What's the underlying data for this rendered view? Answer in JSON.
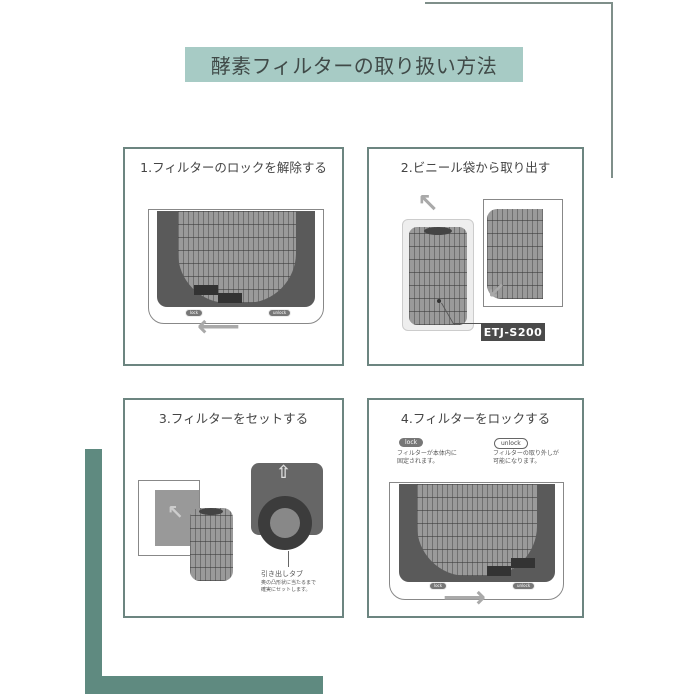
{
  "header": {
    "title": "酵素フィルターの取り扱い方法",
    "title_bg": "#a7cbc5",
    "accent_color": "#5f8a80",
    "frame_line_color": "#7f8f8a"
  },
  "steps": [
    {
      "number": "1",
      "title": "1.フィルターのロックを解除する",
      "labels": {
        "lock": "lock",
        "unlock": "unlock"
      },
      "arrow_direction": "left"
    },
    {
      "number": "2",
      "title": "2.ビニール袋から取り出す",
      "model_label": "ETJ-S200"
    },
    {
      "number": "3",
      "title": "3.フィルターをセットする",
      "tab_label": "引き出しタブ",
      "tab_note_line1": "奥の凸形状に当たるまで",
      "tab_note_line2": "確実にセットします。"
    },
    {
      "number": "4",
      "title": "4.フィルターをロックする",
      "lock_badge": "lock",
      "lock_desc_line1": "フィルターが本体内に",
      "lock_desc_line2": "固定されます。",
      "unlock_badge": "unlock",
      "unlock_desc_line1": "フィルターの取り外しが",
      "unlock_desc_line2": "可能になります。",
      "labels": {
        "lock": "lock",
        "unlock": "unlock"
      },
      "arrow_direction": "right"
    }
  ]
}
